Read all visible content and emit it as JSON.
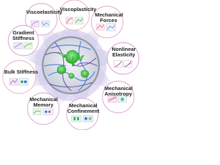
{
  "labels": {
    "viscoelasticity": "Viscoelasticity",
    "viscoplasticity": "Viscoplasticity",
    "mechanical_forces": [
      "Mechanical",
      "Forces"
    ],
    "nonlinear_elasticity": [
      "Nonlinear",
      "Elasticity"
    ],
    "mechanical_anisotropy": [
      "Mechanical",
      "Anisotropy"
    ],
    "mechanical_confinement": [
      "Mechanical",
      "Confinement"
    ],
    "mechanical_memory": [
      "Mechanical",
      "Memory"
    ],
    "bulk_stiffness": "Bulk Stiffness",
    "gradient_stiffness": [
      "Gradient",
      "Stiffness"
    ]
  },
  "colors": {
    "halo": "#d9d3ee",
    "center_ring": "#9aa3b5",
    "cell_green": "#35c93b",
    "fiber_purple": "#6b4aa8",
    "fiber_blue": "#3a6fd0",
    "circle_outline": "#e39ac8"
  }
}
